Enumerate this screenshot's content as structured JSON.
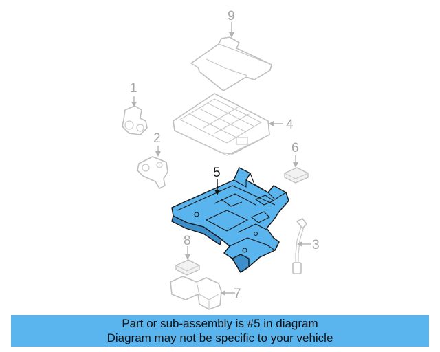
{
  "callouts": {
    "part_1": "1",
    "part_2": "2",
    "part_3": "3",
    "part_4": "4",
    "part_5": "5",
    "part_6": "6",
    "part_7": "7",
    "part_8": "8",
    "part_9": "9"
  },
  "highlight_color": "#5ab4ee",
  "banner": {
    "line1": "Part or sub-assembly is #5 in diagram",
    "line2": "Diagram may not be specific to your vehicle"
  }
}
